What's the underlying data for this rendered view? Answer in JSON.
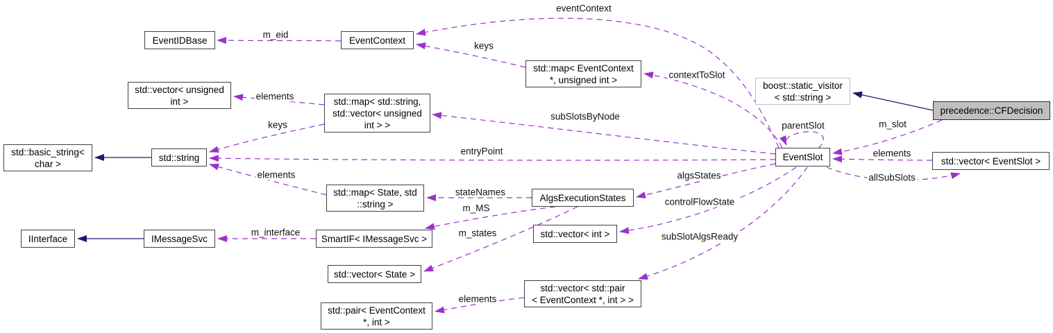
{
  "diagram": {
    "kind": "collaboration-diagram",
    "main_class": "precedence::CFDecision",
    "colors": {
      "uses_edge": "#9a32cd",
      "inherit_edge": "#1a1a70",
      "node_fill": "#ffffff",
      "node_border": "#404040",
      "external_node_border": "#c0c0c0",
      "main_node_fill": "#bfbfbf",
      "background": "#ffffff"
    }
  },
  "nodes": [
    {
      "id": "eventidbase",
      "label": "EventIDBase",
      "type": "class"
    },
    {
      "id": "eventcontext",
      "label": "EventContext",
      "type": "class"
    },
    {
      "id": "map_ec_uint",
      "label": "std::map< EventContext\n*, unsigned int >",
      "type": "class"
    },
    {
      "id": "vec_uint",
      "label": "std::vector< unsigned\nint >",
      "type": "class"
    },
    {
      "id": "map_str_vec",
      "label": "std::map< std::string,\nstd::vector< unsigned\nint > >",
      "type": "class"
    },
    {
      "id": "static_visitor",
      "label": "boost::static_visitor\n< std::string >",
      "type": "external"
    },
    {
      "id": "cfdecision",
      "label": "precedence::CFDecision",
      "type": "main"
    },
    {
      "id": "basic_string",
      "label": "std::basic_string<\nchar >",
      "type": "class"
    },
    {
      "id": "string",
      "label": "std::string",
      "type": "class"
    },
    {
      "id": "eventslot",
      "label": "EventSlot",
      "type": "class"
    },
    {
      "id": "vec_eventslot",
      "label": "std::vector< EventSlot >",
      "type": "class"
    },
    {
      "id": "map_state_str",
      "label": "std::map< State, std\n::string >",
      "type": "class"
    },
    {
      "id": "algsexec",
      "label": "AlgsExecutionStates",
      "type": "class"
    },
    {
      "id": "iinterface",
      "label": "IInterface",
      "type": "class"
    },
    {
      "id": "imessagesvc",
      "label": "IMessageSvc",
      "type": "class"
    },
    {
      "id": "smartif",
      "label": "SmartIF< IMessageSvc >",
      "type": "class"
    },
    {
      "id": "vec_int",
      "label": "std::vector< int >",
      "type": "class"
    },
    {
      "id": "vec_state",
      "label": "std::vector< State >",
      "type": "class"
    },
    {
      "id": "vec_pair",
      "label": "std::vector< std::pair\n< EventContext *, int > >",
      "type": "class"
    },
    {
      "id": "pair",
      "label": "std::pair< EventContext\n*, int >",
      "type": "class"
    }
  ],
  "edges": [
    {
      "id": "m_eid",
      "from": "eventcontext",
      "to": "eventidbase",
      "label": "m_eid",
      "type": "uses"
    },
    {
      "id": "eventContext",
      "from": "eventslot",
      "to": "eventcontext",
      "label": "eventContext",
      "type": "uses"
    },
    {
      "id": "keys_ctx",
      "from": "map_ec_uint",
      "to": "eventcontext",
      "label": "keys",
      "type": "uses"
    },
    {
      "id": "contextToSlot",
      "from": "eventslot",
      "to": "map_ec_uint",
      "label": "contextToSlot",
      "type": "uses"
    },
    {
      "id": "elements_uint",
      "from": "map_str_vec",
      "to": "vec_uint",
      "label": "elements",
      "type": "uses"
    },
    {
      "id": "keys_str",
      "from": "map_str_vec",
      "to": "string",
      "label": "keys",
      "type": "uses"
    },
    {
      "id": "subSlotsByNode",
      "from": "eventslot",
      "to": "map_str_vec",
      "label": "subSlotsByNode",
      "type": "uses"
    },
    {
      "id": "entryPoint",
      "from": "eventslot",
      "to": "string",
      "label": "entryPoint",
      "type": "uses"
    },
    {
      "id": "elements_str",
      "from": "map_state_str",
      "to": "string",
      "label": "elements",
      "type": "uses"
    },
    {
      "id": "string_inherit",
      "from": "string",
      "to": "basic_string",
      "label": "",
      "type": "inherit"
    },
    {
      "id": "cfd_inherit",
      "from": "cfdecision",
      "to": "static_visitor",
      "label": "",
      "type": "inherit"
    },
    {
      "id": "parentSlot",
      "from": "eventslot",
      "to": "eventslot",
      "label": "parentSlot",
      "type": "uses"
    },
    {
      "id": "m_slot",
      "from": "cfdecision",
      "to": "eventslot",
      "label": "m_slot",
      "type": "uses"
    },
    {
      "id": "elements_slot",
      "from": "vec_eventslot",
      "to": "eventslot",
      "label": "elements",
      "type": "uses"
    },
    {
      "id": "allSubSlots",
      "from": "eventslot",
      "to": "vec_eventslot",
      "label": "allSubSlots",
      "type": "uses"
    },
    {
      "id": "stateNames",
      "from": "algsexec",
      "to": "map_state_str",
      "label": "stateNames",
      "type": "uses"
    },
    {
      "id": "algsStates",
      "from": "eventslot",
      "to": "algsexec",
      "label": "algsStates",
      "type": "uses"
    },
    {
      "id": "m_MS",
      "from": "algsexec",
      "to": "smartif",
      "label": "m_MS",
      "type": "uses"
    },
    {
      "id": "m_states",
      "from": "algsexec",
      "to": "vec_state",
      "label": "m_states",
      "type": "uses"
    },
    {
      "id": "m_interface",
      "from": "smartif",
      "to": "imessagesvc",
      "label": "m_interface",
      "type": "uses"
    },
    {
      "id": "imsg_inherit",
      "from": "imessagesvc",
      "to": "iinterface",
      "label": "",
      "type": "inherit"
    },
    {
      "id": "controlFlowState",
      "from": "eventslot",
      "to": "vec_int",
      "label": "controlFlowState",
      "type": "uses"
    },
    {
      "id": "subSlotAlgsReady",
      "from": "eventslot",
      "to": "vec_pair",
      "label": "subSlotAlgsReady",
      "type": "uses"
    },
    {
      "id": "elements_pair",
      "from": "vec_pair",
      "to": "pair",
      "label": "elements",
      "type": "uses"
    }
  ]
}
